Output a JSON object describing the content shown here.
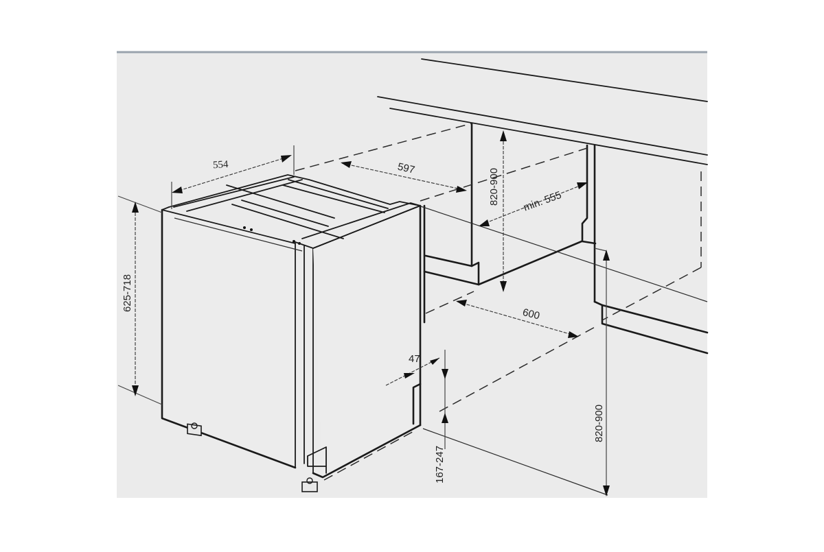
{
  "figure": {
    "type": "installation-dimension-drawing",
    "subject": "built-in dishwasher under worktop",
    "colors": {
      "page_background": "#ffffff",
      "panel_background": "#ebebeb",
      "top_rule": "#9aa3ad",
      "line": "#1a1a1a"
    }
  },
  "dimensions": {
    "appliance_width": "554",
    "niche_depth": "597",
    "niche_height_top": "820-900",
    "niche_min_width": "min. 555",
    "appliance_height": "625-718",
    "floor_depth": "600",
    "plinth_offset": "47",
    "plinth_height": "167-247",
    "niche_height_side": "820-900"
  }
}
